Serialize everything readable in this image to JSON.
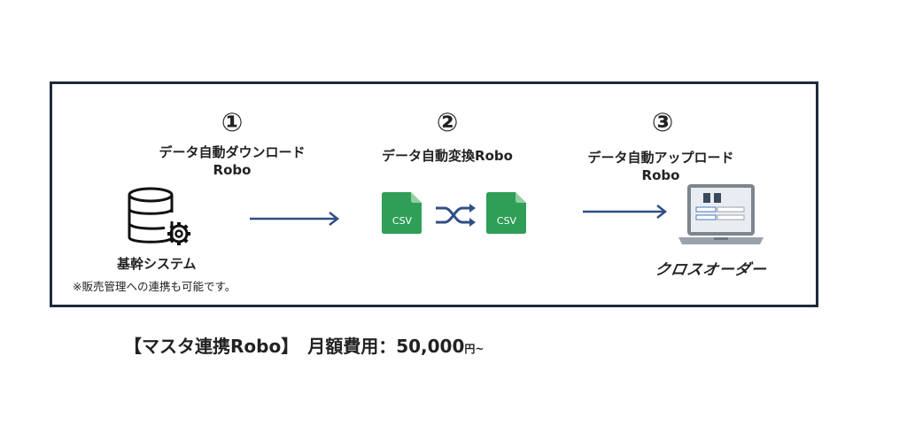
{
  "steps": [
    {
      "number": "①",
      "title_line1": "データ自動ダウンロード",
      "title_line2": "Robo"
    },
    {
      "number": "②",
      "title_line1": "データ自動変換Robo",
      "title_line2": ""
    },
    {
      "number": "③",
      "title_line1": "データ自動アップロード",
      "title_line2": "Robo"
    }
  ],
  "source": {
    "label": "基幹システム",
    "note": "※販売管理への連携も可能です。",
    "icon": "database-gear-icon"
  },
  "files": {
    "left_label": "CSV",
    "right_label": "CSV",
    "icon": "csv-file-icon",
    "transform_icon": "shuffle-icon"
  },
  "destination": {
    "brand": "クロスオーダー",
    "icon": "laptop-icon"
  },
  "pricing": {
    "main": "【マスタ連携Robo】　月額費用：50,000",
    "unit": "円~"
  },
  "colors": {
    "frame": "#1d2b3a",
    "arrow": "#2f4f86",
    "csv_green": "#2f9e57",
    "csv_fold": "#93cf9f",
    "laptop_screen": "#e9edf2",
    "laptop_bezel": "#7d858e",
    "laptop_base": "#9aa2ab"
  }
}
